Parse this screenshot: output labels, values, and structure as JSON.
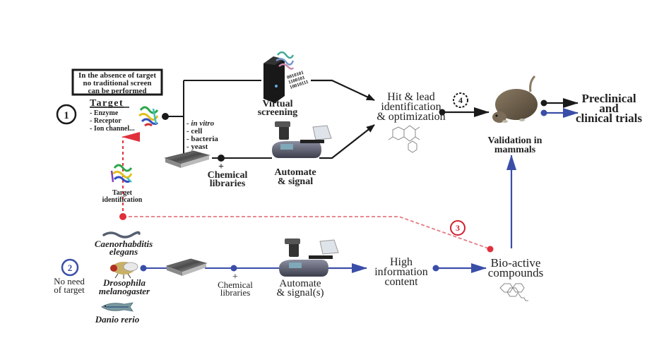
{
  "colors": {
    "black_path": "#1a1a1a",
    "blue_path": "#3a4ea8",
    "red_path": "#e0303c",
    "red_dash": "#e47a84"
  },
  "notice_box": {
    "lines": [
      "In the absence of target",
      "no traditional screen",
      "can be performed"
    ]
  },
  "steps": {
    "one": "1",
    "two": "2",
    "three": "3",
    "four": "4"
  },
  "target": {
    "title": "Target",
    "items": [
      "- Enzyme",
      "- Receptor",
      "- Ion channel..."
    ]
  },
  "target_identification": {
    "lines": [
      "Target",
      "identification"
    ]
  },
  "in_vitro": {
    "items": [
      "- in vitro",
      "- cell",
      "- bacteria",
      "- yeast"
    ]
  },
  "chemical_libraries_top": {
    "plus": "+",
    "lines": [
      "Chemical",
      "libraries"
    ]
  },
  "virtual_screening": {
    "lines": [
      "Virtual",
      "screening"
    ],
    "binary": [
      "0010101",
      "1100101",
      "10010111"
    ]
  },
  "automate_top": {
    "lines": [
      "Automate",
      "& signal"
    ]
  },
  "hit_lead": {
    "lines": [
      "Hit & lead",
      "identification",
      "& optimization"
    ]
  },
  "validation": {
    "lines": [
      "Validation in",
      "mammals"
    ]
  },
  "preclinical": {
    "lines": [
      "Preclinical",
      "and",
      "clinical trials"
    ]
  },
  "organisms": {
    "worm": [
      "Caenorhabditis",
      "elegans"
    ],
    "fly": [
      "Drosophila",
      "melanogaster"
    ],
    "fish": [
      "Danio rerio"
    ]
  },
  "no_need": {
    "lines": [
      "No need",
      "of target"
    ]
  },
  "chemical_libraries_bottom": {
    "plus": "+",
    "lines": [
      "Chemical",
      "libraries"
    ]
  },
  "automate_bottom": {
    "lines": [
      "Automate",
      "& signal(s)"
    ]
  },
  "high_info": {
    "lines": [
      "High",
      "information",
      "content"
    ]
  },
  "bioactive": {
    "lines": [
      "Bio-active",
      "compounds"
    ]
  }
}
